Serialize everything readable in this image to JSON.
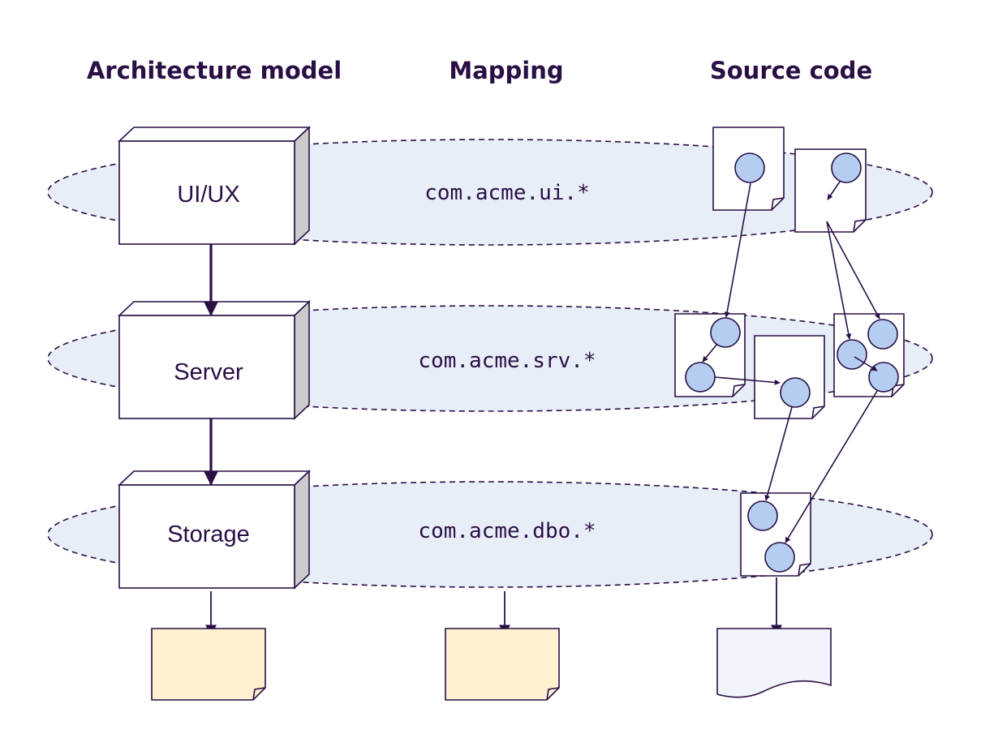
{
  "headers": {
    "architecture": "Architecture model",
    "mapping": "Mapping",
    "source": "Source code"
  },
  "layers": [
    {
      "name": "UI/UX",
      "package": "com.acme.ui.*"
    },
    {
      "name": "Server",
      "package": "com.acme.srv.*"
    },
    {
      "name": "Storage",
      "package": "com.acme.dbo.*"
    }
  ],
  "colors": {
    "ink": "#2a0f45",
    "layer_fill": "#e8eef8",
    "node_fill": "#b5cdf0",
    "note_fill": "#fdf1cf",
    "listing_fill": "#f1f4fa",
    "box_side": "#cccccc"
  },
  "icons": [
    "doc-icon",
    "note-icon",
    "listing-icon"
  ]
}
